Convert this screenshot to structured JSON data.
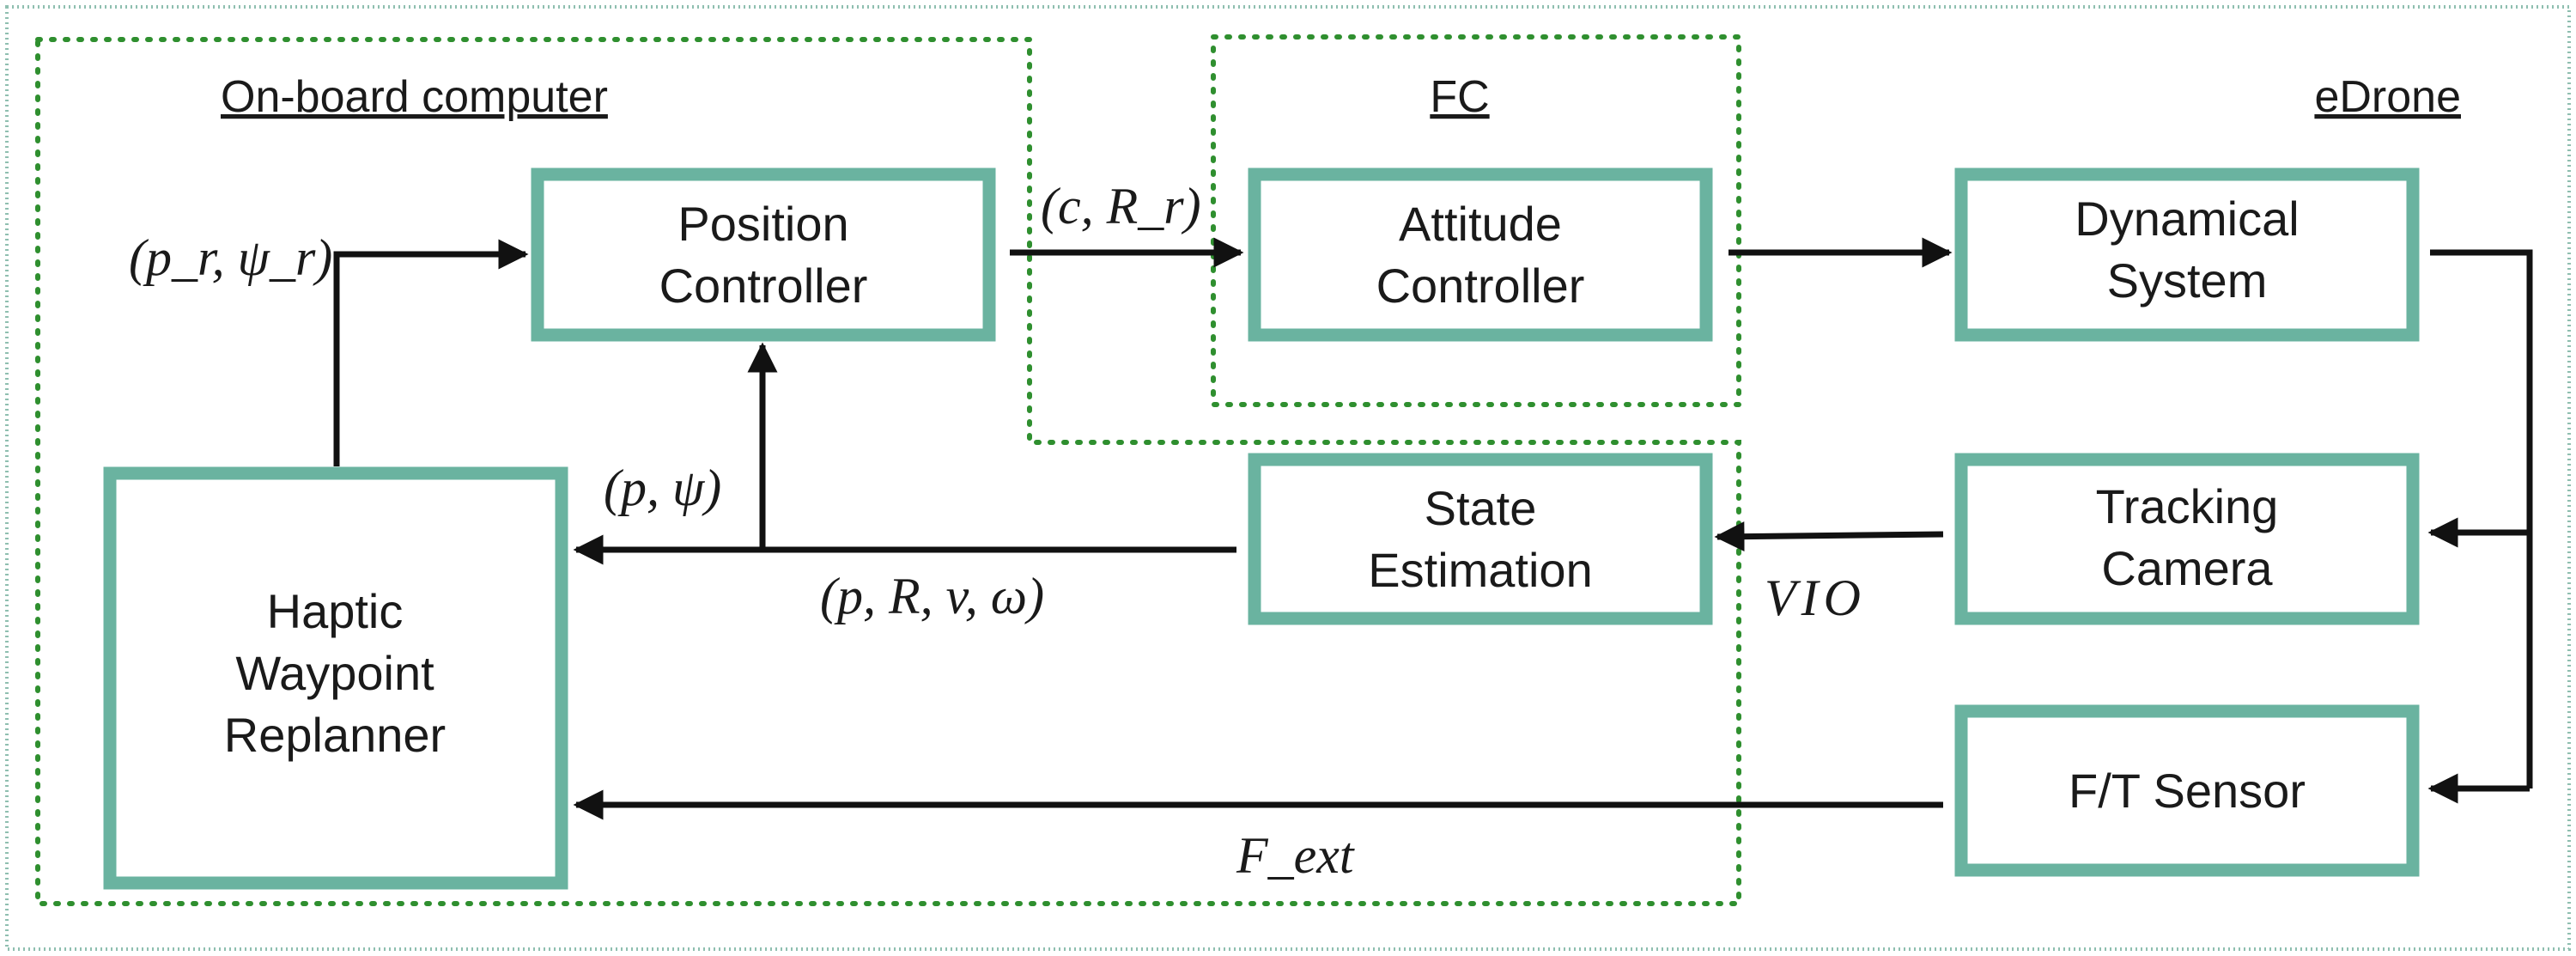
{
  "colors": {
    "block_border": "#6ab3a0",
    "region_border": "#2f8f2f",
    "outer_border": "#8fbfb0",
    "arrow": "#111111",
    "text": "#1a1a1a"
  },
  "regions": {
    "onboard": "On-board computer",
    "fc": "FC",
    "edrone": "eDrone"
  },
  "blocks": {
    "position_controller": [
      "Position",
      "Controller"
    ],
    "attitude_controller": [
      "Attitude",
      "Controller"
    ],
    "dynamical_system": [
      "Dynamical",
      "System"
    ],
    "state_estimation": [
      "State",
      "Estimation"
    ],
    "tracking_camera": [
      "Tracking",
      "Camera"
    ],
    "ft_sensor": [
      "F/T Sensor"
    ],
    "haptic_replanner": [
      "Haptic",
      "Waypoint",
      "Replanner"
    ]
  },
  "signals": {
    "reference": "(p_r, ψ_r)",
    "thrust_attitude": "(c, R_r)",
    "pose": "(p, ψ)",
    "full_state": "(p, R, v, ω)",
    "vio": "VIO",
    "external_force": "F_ext"
  }
}
